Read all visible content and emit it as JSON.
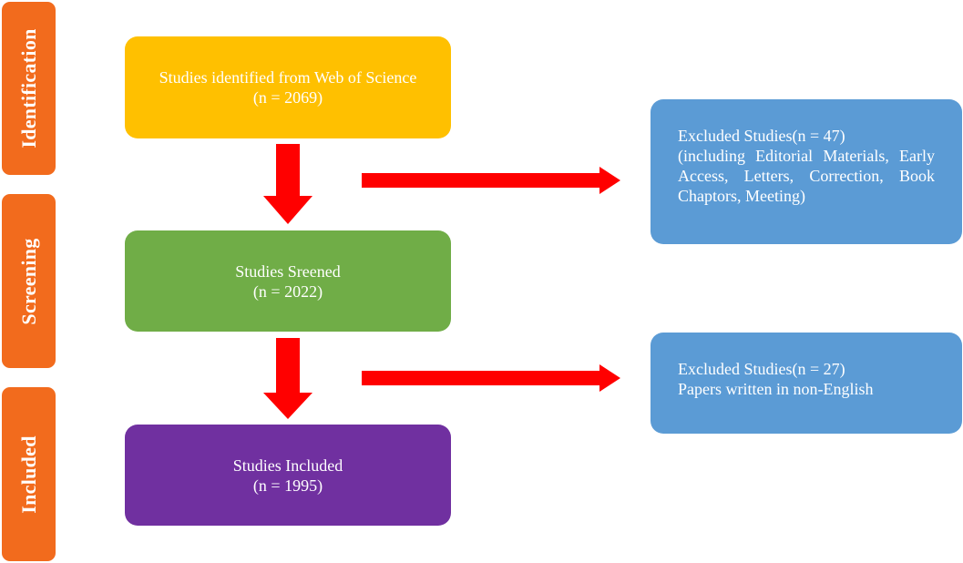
{
  "stages": [
    {
      "label": "Identification"
    },
    {
      "label": "Screening"
    },
    {
      "label": "Included"
    }
  ],
  "boxes": {
    "identified": {
      "line1": "Studies identified from Web of Science",
      "line2": "(n = 2069)",
      "color": "#ffc000"
    },
    "screened": {
      "line1": "Studies Sreened",
      "line2": "(n = 2022)",
      "color": "#70ad47"
    },
    "included": {
      "line1": "Studies Included",
      "line2": "(n = 1995)",
      "color": "#7030a0"
    },
    "excluded_1": {
      "line1": "Excluded Studies(n = 47)",
      "line2": "(including Editorial Materials, Early Access, Letters,  Correction,  Book Chaptors,  Meeting)",
      "color": "#5b9bd5"
    },
    "excluded_2": {
      "line1": "Excluded Studies(n = 27)",
      "line2": "Papers written in non-English",
      "color": "#5b9bd5"
    }
  },
  "colors": {
    "stage_tab": "#f26b1d",
    "arrow": "#ff0000"
  }
}
